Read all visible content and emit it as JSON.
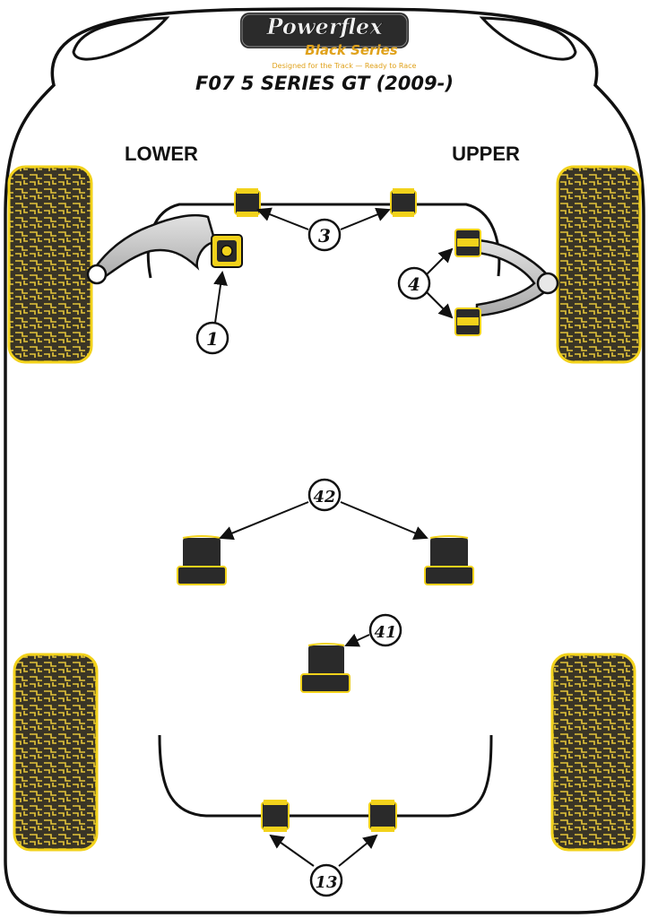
{
  "brand": {
    "logo_text": "Powerflex",
    "series_text": "Black Series",
    "tagline": "Designed for the Track — Ready to Race"
  },
  "model_title": "F07 5 SERIES GT (2009-)",
  "sections": {
    "lower_label": "LOWER",
    "upper_label": "UPPER"
  },
  "callouts": [
    {
      "id": "1",
      "label": "1"
    },
    {
      "id": "3",
      "label": "3"
    },
    {
      "id": "4",
      "label": "4"
    },
    {
      "id": "42",
      "label": "42"
    },
    {
      "id": "41",
      "label": "41"
    },
    {
      "id": "13",
      "label": "13"
    }
  ],
  "colors": {
    "outline": "#111111",
    "bush_yellow": "#f2d21b",
    "bush_dark": "#2a2a2a",
    "arm_grey": "#c9c9c9",
    "tyre_bg": "#3a3526",
    "tyre_tread": "#e5c53a",
    "logo_gold": "#e0a21c"
  }
}
